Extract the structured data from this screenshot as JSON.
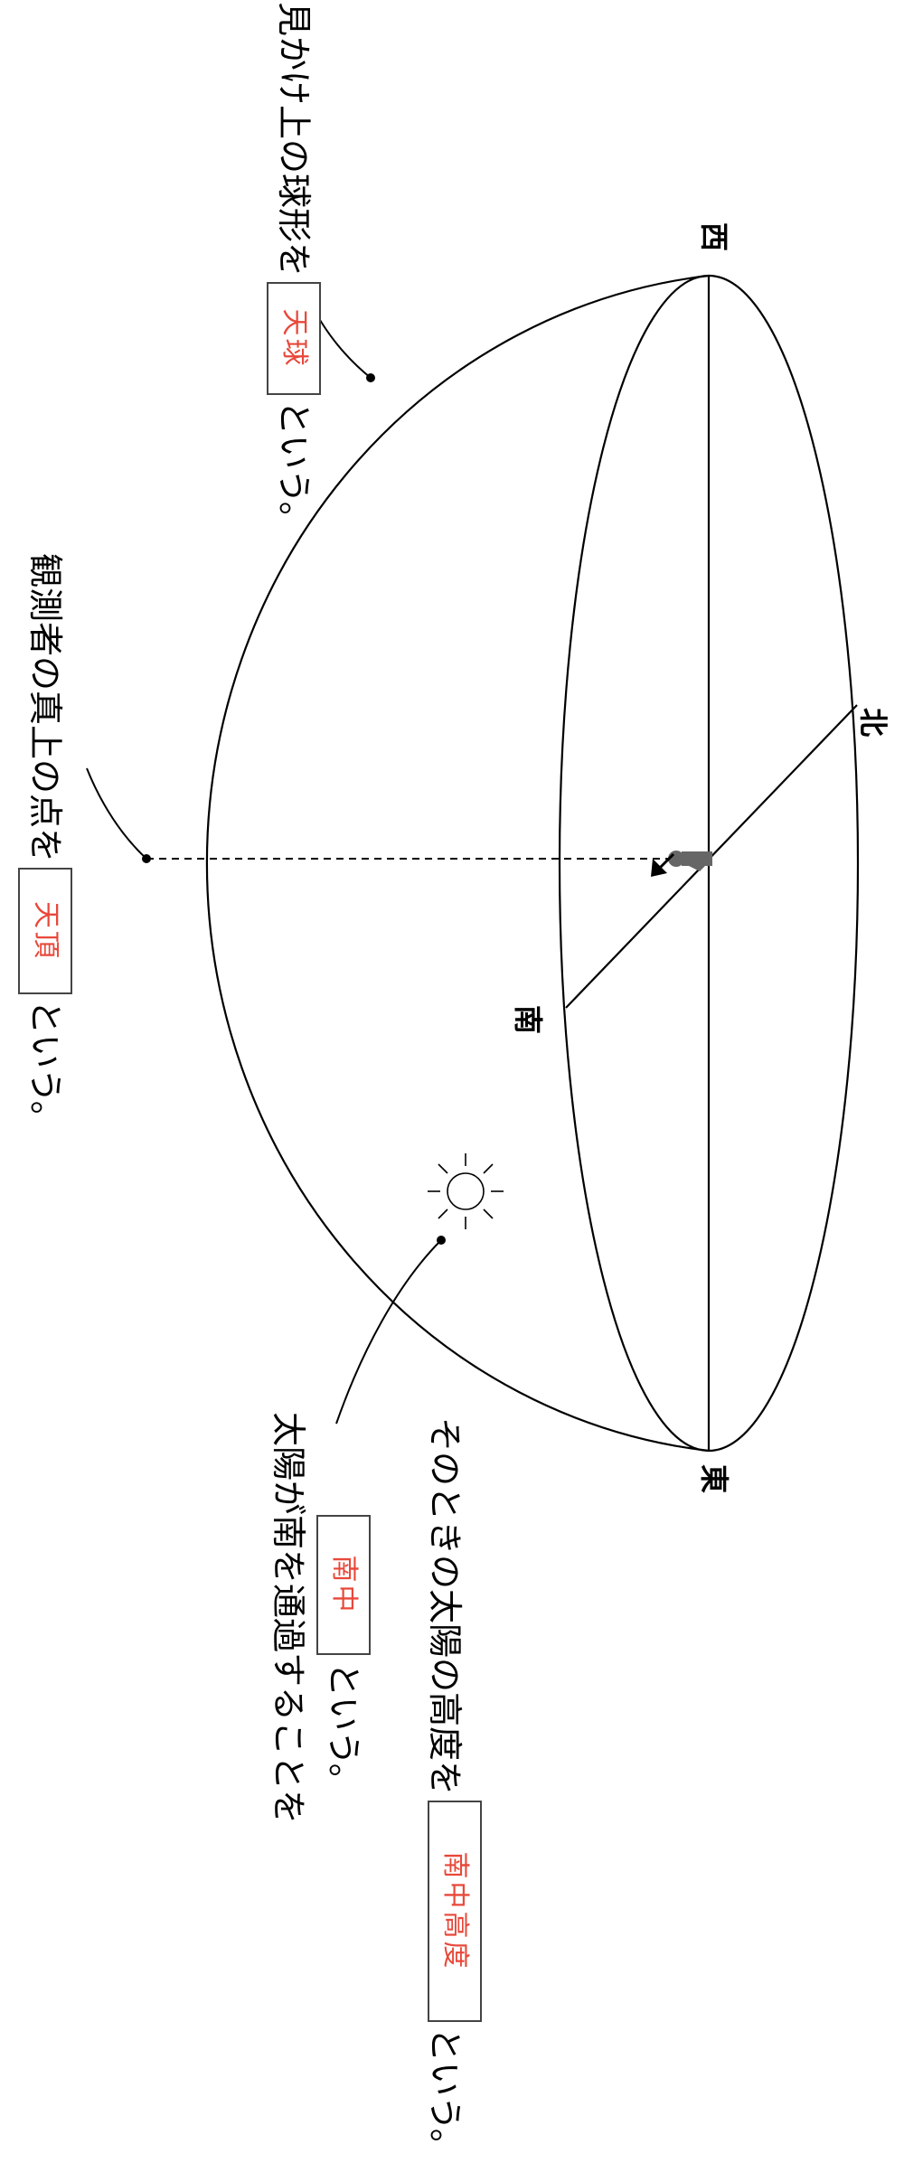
{
  "diagram": {
    "directions": {
      "west": "西",
      "north": "北",
      "south": "南",
      "east": "東"
    },
    "labels": {
      "celestial_sphere": {
        "before": "見かけ上の球形を",
        "answer": "天球",
        "after": "という。"
      },
      "zenith": {
        "before": "観測者の真上の点を",
        "answer": "天頂",
        "after": "という。"
      },
      "culmination": {
        "line1": "太陽が南を通過することを",
        "answer": "南中",
        "after": "という。"
      },
      "altitude": {
        "before": "そのときの太陽の高度を",
        "answer": "南中高度",
        "after": "という。"
      }
    },
    "colors": {
      "line": "#000000",
      "answer_text": "#e8483a",
      "box_border": "#444444",
      "figure": "#666666"
    }
  }
}
